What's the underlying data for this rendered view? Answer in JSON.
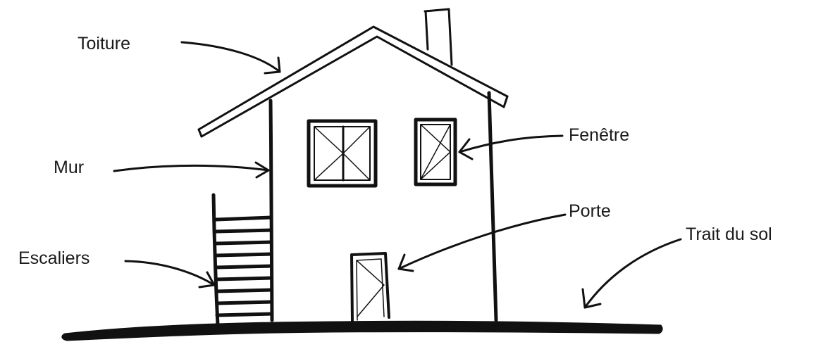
{
  "labels": {
    "roof": "Toiture",
    "wall": "Mur",
    "stairs": "Escaliers",
    "window": "Fenêtre",
    "door": "Porte",
    "ground_line": "Trait du sol"
  },
  "colors": {
    "ink": "#111111",
    "text": "#1a1a1a",
    "background": "#ffffff"
  }
}
